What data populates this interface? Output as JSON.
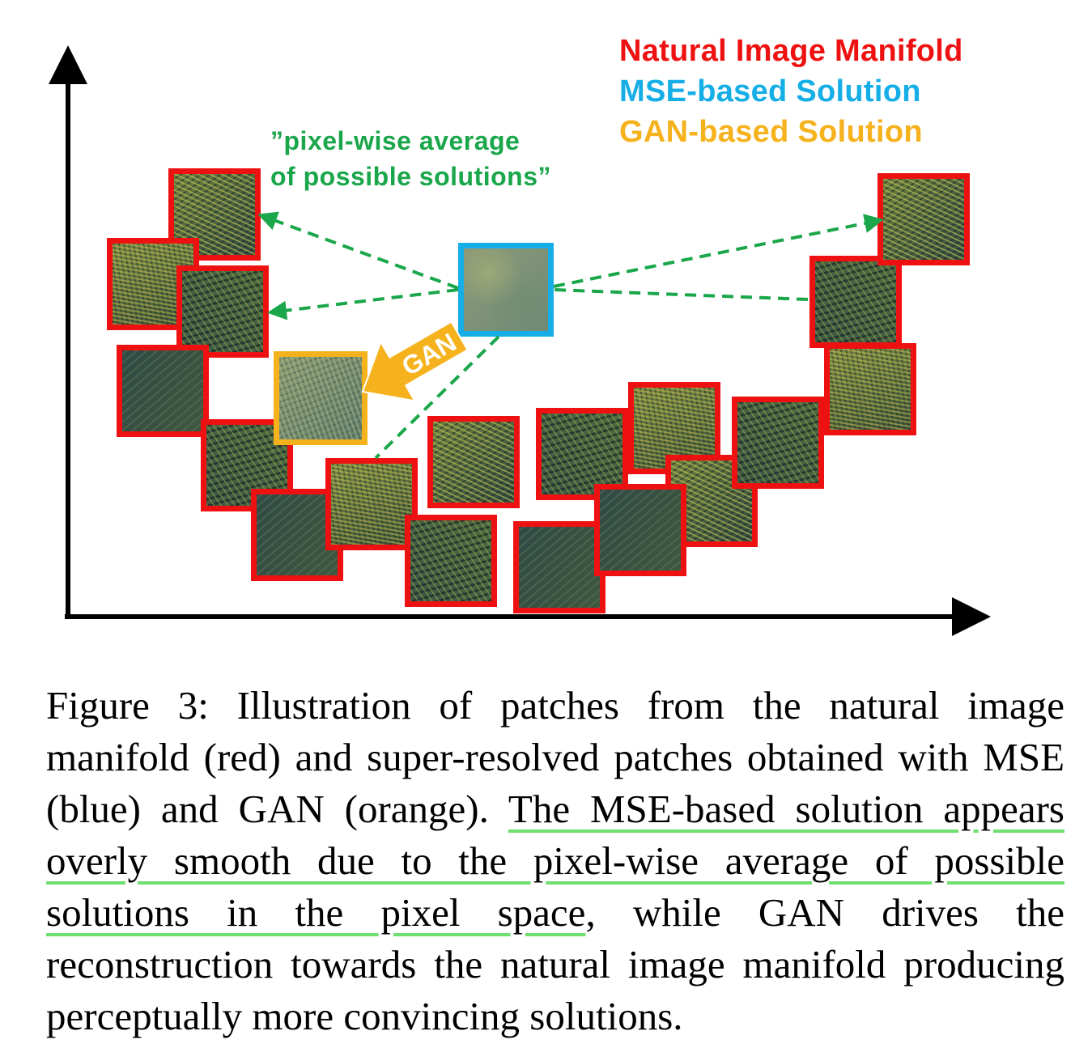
{
  "legend": [
    {
      "label": "Natural Image Manifold",
      "color": "#ee1111"
    },
    {
      "label": "MSE-based Solution",
      "color": "#16aee6"
    },
    {
      "label": "GAN-based Solution",
      "color": "#f5b21c"
    }
  ],
  "annotation": {
    "line1": "”pixel-wise average",
    "line2": "of possible solutions”",
    "color": "#1aa64a"
  },
  "gan_arrow_label": "GAN",
  "gan_arrow_color": "#f5b21c",
  "caption": {
    "part1": "Figure 3:  Illustration of patches from the natural image manifold (red) and super-resolved patches obtained with MSE (blue) and GAN (orange).  ",
    "highlighted": "The MSE-based solution appears overly smooth due to the pixel-wise average of possible solutions in the pixel space",
    "part2": ", while GAN drives the reconstruction towards the natural image manifold producing perceptually more convincing solutions."
  }
}
